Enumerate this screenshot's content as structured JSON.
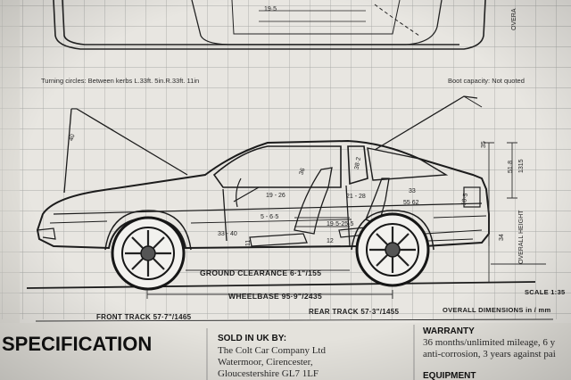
{
  "top_labels": {
    "turning": "Turning circles: Between kerbs L.33ft. 5in.R.33ft. 11in",
    "boot": "Boot capacity: Not quoted",
    "overall_side": "OVERA"
  },
  "dimensions": {
    "d_19_5": "19·5",
    "d_40": "40",
    "d_36": "36",
    "d_38": "38·2",
    "d_35": "35",
    "d_51": "51·8",
    "d_1315": "1315",
    "d_19_26": "19 - 26",
    "d_21_28": "21 - 28",
    "d_33a": "33",
    "d_55_62": "55 62",
    "d_10_5": "10·5",
    "d_5_6": "5 - 6·5",
    "d_19_5b": "19·5-25·5",
    "d_33_40": "33 - 40",
    "d_12": "12",
    "d_11": "11",
    "d_34": "34",
    "overall_height": "OVERALL HEIGHT"
  },
  "captions": {
    "ground_clearance": "GROUND CLEARANCE 6·1\"/155",
    "wheelbase": "WHEELBASE 95·9\"/2435",
    "front_track": "FRONT TRACK 57·7\"/1465",
    "rear_track": "REAR TRACK 57·3\"/1455",
    "overall_dims": "OVERALL DIMENSIONS in / mm",
    "scale": "SCALE 1:35"
  },
  "spec": {
    "heading": "SPECIFICATION",
    "sold_heading": "SOLD IN UK BY:",
    "sold_line1": "The Colt Car Company Ltd",
    "sold_line2": "Watermoor, Cirencester,",
    "sold_line3": "Gloucestershire GL7 1LF",
    "warranty_heading": "WARRANTY",
    "warranty_line1": "36 months/unlimited mileage, 6 y",
    "warranty_line2": "anti-corrosion, 3 years against pai",
    "equipment_heading": "EQUIPMENT"
  }
}
